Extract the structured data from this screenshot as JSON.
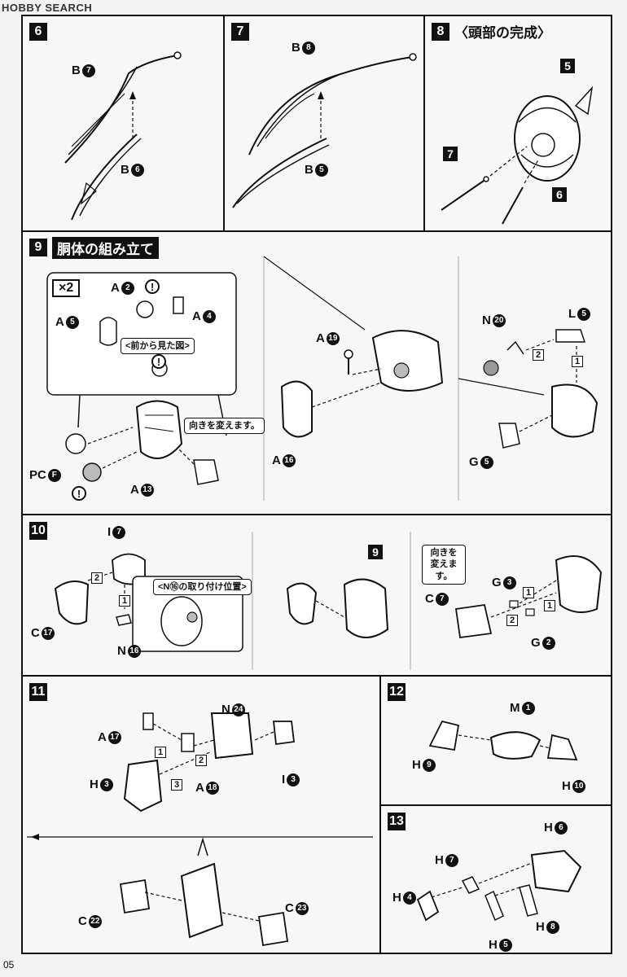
{
  "watermark": "HOBBY SEARCH",
  "page_number": "05",
  "steps": {
    "s6": {
      "no": "6"
    },
    "s7": {
      "no": "7"
    },
    "s8": {
      "no": "8",
      "title": "〈頭部の完成〉"
    },
    "s9": {
      "no": "9",
      "title": "胴体の組み立て",
      "multiplier": "×2",
      "front_view": "<前から見た図>",
      "turn_note": "向きを変えます。"
    },
    "s10": {
      "no": "10",
      "n_position": "<N⑯の取り付け位置>",
      "turn_note": "向きを変えます。"
    },
    "s11": {
      "no": "11"
    },
    "s12": {
      "no": "12"
    },
    "s13": {
      "no": "13"
    }
  },
  "parts": {
    "s6_b7": {
      "letter": "B",
      "num": "7"
    },
    "s6_b6": {
      "letter": "B",
      "num": "6"
    },
    "s7_b8": {
      "letter": "B",
      "num": "8"
    },
    "s7_b5": {
      "letter": "B",
      "num": "5"
    },
    "s9_a2": {
      "letter": "A",
      "num": "2"
    },
    "s9_a4": {
      "letter": "A",
      "num": "4"
    },
    "s9_a5": {
      "letter": "A",
      "num": "5"
    },
    "s9_pcf": {
      "letter": "PC",
      "num": "F"
    },
    "s9_a13": {
      "letter": "A",
      "num": "13"
    },
    "s9_a19": {
      "letter": "A",
      "num": "19"
    },
    "s9_a16": {
      "letter": "A",
      "num": "16"
    },
    "s9_n20": {
      "letter": "N",
      "num": "20"
    },
    "s9_l5": {
      "letter": "L",
      "num": "5"
    },
    "s9_g5": {
      "letter": "G",
      "num": "5"
    },
    "s10_i7": {
      "letter": "I",
      "num": "7"
    },
    "s10_c17": {
      "letter": "C",
      "num": "17"
    },
    "s10_n16": {
      "letter": "N",
      "num": "16"
    },
    "s10_g3": {
      "letter": "G",
      "num": "3"
    },
    "s10_c7": {
      "letter": "C",
      "num": "7"
    },
    "s10_g2": {
      "letter": "G",
      "num": "2"
    },
    "s11_a17": {
      "letter": "A",
      "num": "17"
    },
    "s11_n24": {
      "letter": "N",
      "num": "24"
    },
    "s11_h3": {
      "letter": "H",
      "num": "3"
    },
    "s11_a18": {
      "letter": "A",
      "num": "18"
    },
    "s11_i3": {
      "letter": "I",
      "num": "3"
    },
    "s11_c22": {
      "letter": "C",
      "num": "22"
    },
    "s11_c23": {
      "letter": "C",
      "num": "23"
    },
    "s12_m1": {
      "letter": "M",
      "num": "1"
    },
    "s12_h9": {
      "letter": "H",
      "num": "9"
    },
    "s12_h10": {
      "letter": "H",
      "num": "10"
    },
    "s13_h6": {
      "letter": "H",
      "num": "6"
    },
    "s13_h7": {
      "letter": "H",
      "num": "7"
    },
    "s13_h4": {
      "letter": "H",
      "num": "4"
    },
    "s13_h8": {
      "letter": "H",
      "num": "8"
    },
    "s13_h5": {
      "letter": "H",
      "num": "5"
    }
  },
  "refs": {
    "s8_5": "5",
    "s8_7": "7",
    "s8_6": "6",
    "s10_9": "9"
  },
  "order": {
    "o1": "1",
    "o2": "2",
    "o3": "1",
    "o4": "2",
    "o5": "2",
    "o6": "1",
    "o7": "1",
    "o8": "2",
    "o9": "1",
    "o10": "1",
    "o11": "2",
    "o12": "3"
  },
  "marks": {
    "excl": "!"
  }
}
